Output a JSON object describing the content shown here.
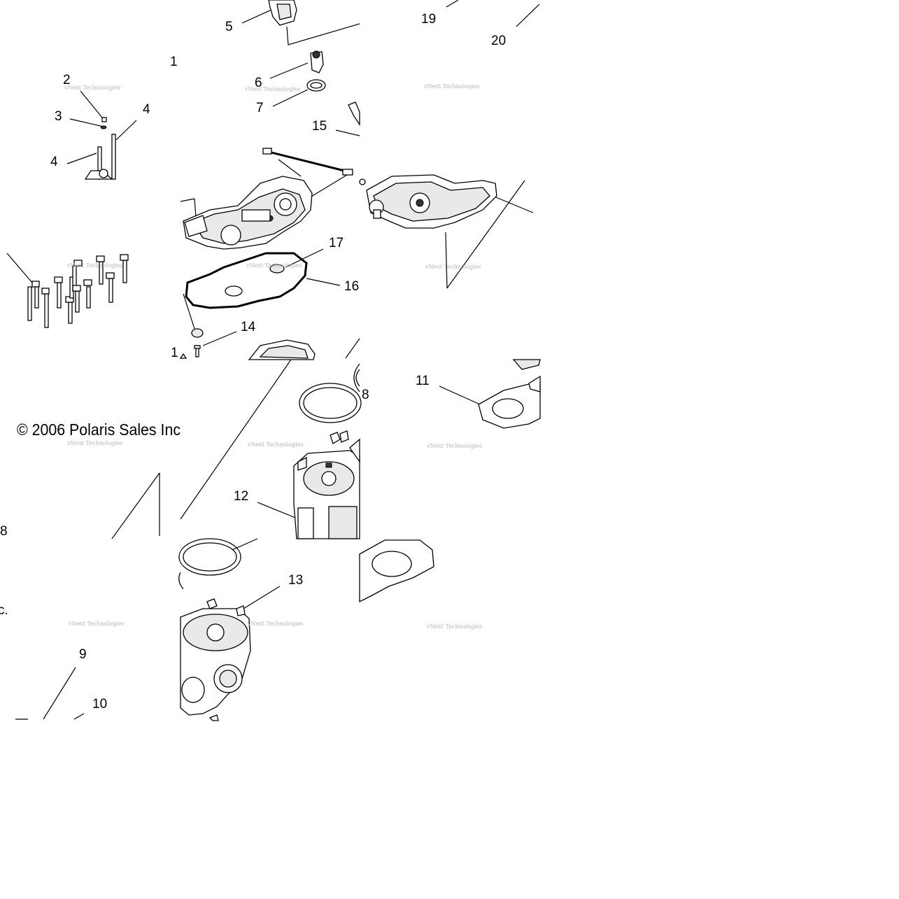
{
  "callouts": {
    "c1a": "1",
    "c1b": "1",
    "c2": "2",
    "c3": "3",
    "c4a": "4",
    "c4b": "4",
    "c5": "5",
    "c6": "6",
    "c7": "7",
    "c8a": "8",
    "c8b": "8",
    "c9": "9",
    "c10": "10",
    "c11": "11",
    "c12": "12",
    "c13": "13",
    "c14": "14",
    "c15": "15",
    "c16": "16",
    "c17": "17",
    "c19": "19",
    "c20": "20"
  },
  "copyright": "© 2006 Polaris Sales Inc",
  "copyright_fragment": "c.",
  "watermark": "vNext Technologies",
  "colors": {
    "background": "#ffffff",
    "line": "#000000",
    "watermark": "#b5b5b5"
  }
}
